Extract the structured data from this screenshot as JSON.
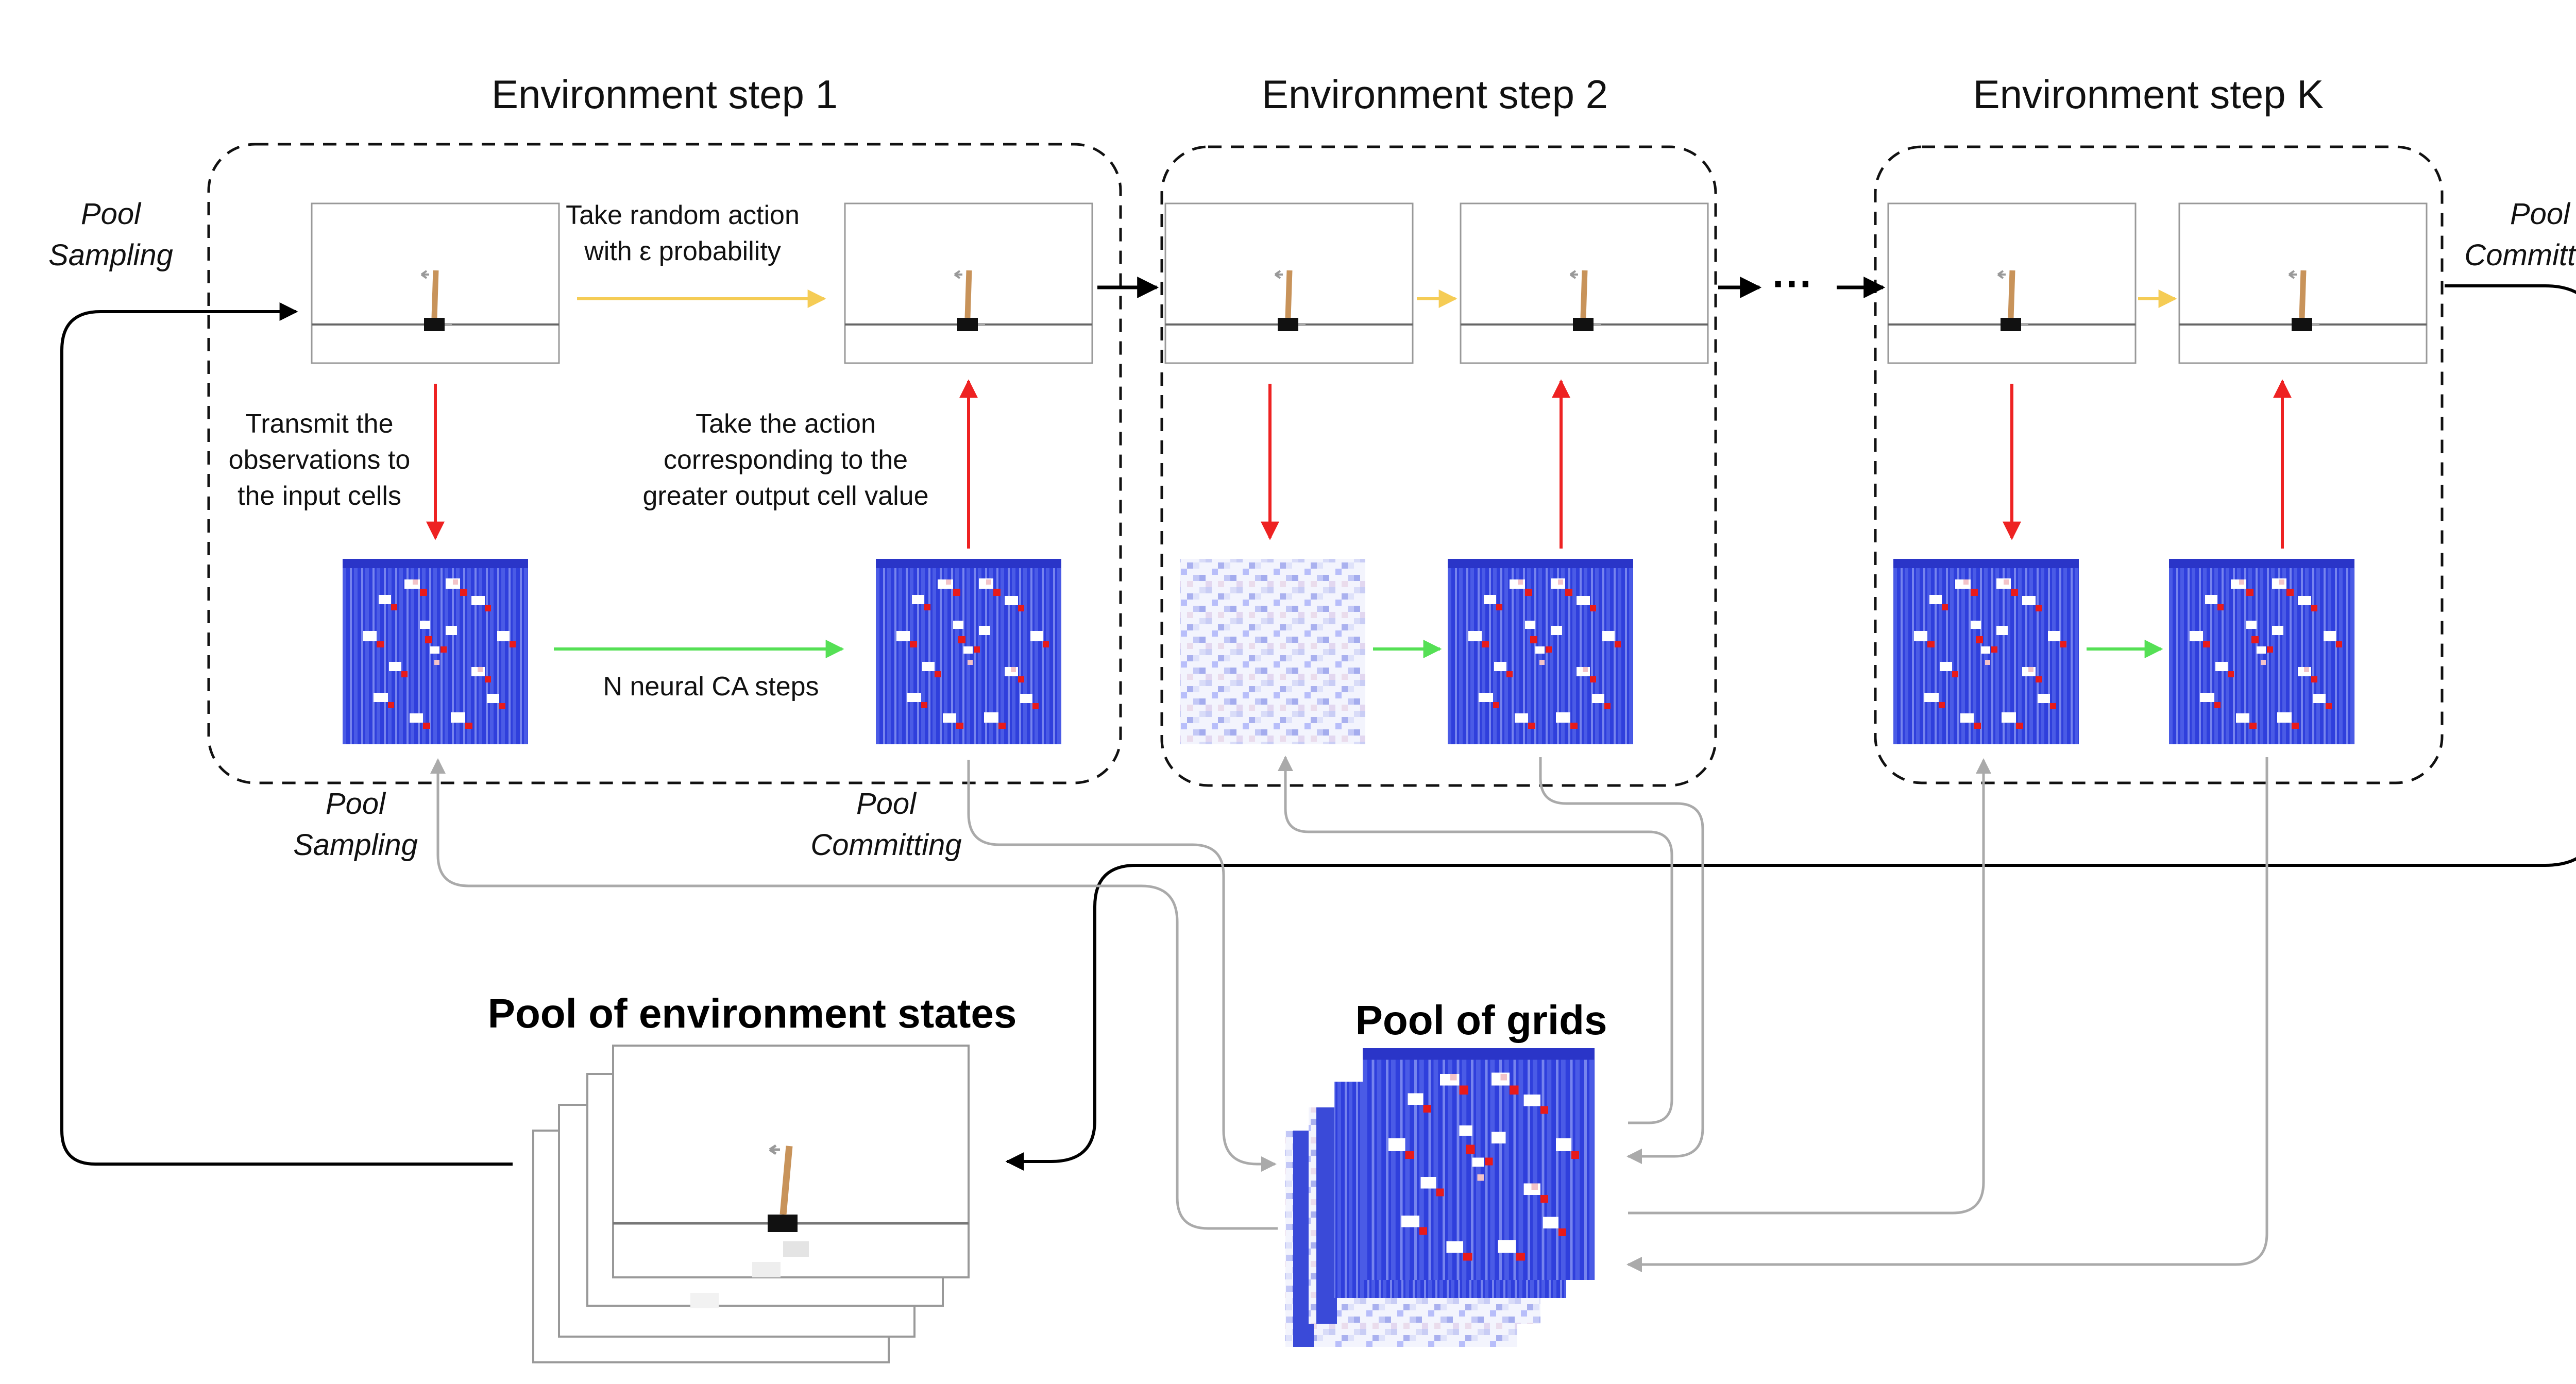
{
  "steps": {
    "step1_title": "Environment step 1",
    "step2_title": "Environment step 2",
    "stepK_title": "Environment step K"
  },
  "labels": {
    "pool_sampling_left_line1": "Pool",
    "pool_sampling_left_line2": "Sampling",
    "pool_committing_right_line1": "Pool",
    "pool_committing_right_line2": "Committing",
    "pool_sampling_bottom_line1": "Pool",
    "pool_sampling_bottom_line2": "Sampling",
    "pool_committing_bottom_line1": "Pool",
    "pool_committing_bottom_line2": "Committing",
    "random_action_line1": "Take random action",
    "random_action_line2": "with ε probability",
    "transmit_line1": "Transmit the",
    "transmit_line2": "observations to",
    "transmit_line3": "the input cells",
    "take_action_line1": "Take the action",
    "take_action_line2": "corresponding to the",
    "take_action_line3": "greater output cell value",
    "neural_ca_steps": "N  neural CA steps",
    "ellipsis": "···",
    "pool_env_states": "Pool of environment states",
    "pool_grids": "Pool of grids"
  },
  "icons": {
    "env_frame": "cartpole-env-frame-icon",
    "grid": "neural-ca-grid-icon"
  },
  "colors": {
    "observation_arrow": "#ee2222",
    "random_action_arrow": "#f5cc55",
    "ca_steps_arrow": "#55e055",
    "pool_arrow": "#aaaaaa",
    "main_arrow": "#000000",
    "grid_blue": "#2d3ddc",
    "grid_red": "#e81a1a",
    "pole": "#c8935a"
  }
}
